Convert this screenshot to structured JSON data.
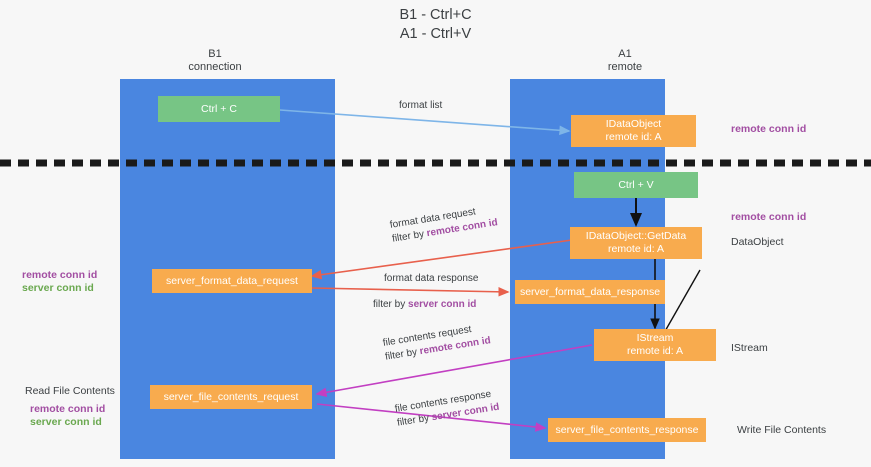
{
  "title": {
    "line1": "B1 - Ctrl+C",
    "line2": "A1 - Ctrl+V"
  },
  "columns": [
    {
      "id": "b1",
      "name": "B1",
      "role": "connection"
    },
    {
      "id": "a1",
      "name": "A1",
      "role": "remote"
    }
  ],
  "nodes": {
    "ctrl_c": {
      "label": "Ctrl + C",
      "color": "#77c585"
    },
    "idataobject": {
      "label": "IDataObject",
      "sub": "remote id: A",
      "color": "#f8ab4e"
    },
    "ctrl_v": {
      "label": "Ctrl + V",
      "color": "#77c585"
    },
    "getdata": {
      "label": "IDataObject::GetData",
      "sub": "remote id: A",
      "color": "#f8ab4e"
    },
    "format_data_request": {
      "label": "server_format_data_request",
      "color": "#f8ab4e"
    },
    "format_data_response": {
      "label": "server_format_data_response",
      "color": "#f8ab4e"
    },
    "istream": {
      "label": "IStream",
      "sub": "remote id: A",
      "color": "#f8ab4e"
    },
    "file_contents_request": {
      "label": "server_file_contents_request",
      "color": "#f8ab4e"
    },
    "file_contents_response": {
      "label": "server_file_contents_response",
      "color": "#f8ab4e"
    }
  },
  "edge_labels": {
    "format_list": "format list",
    "format_data_request": "format data request",
    "format_data_request_filter_prefix": "filter by ",
    "format_data_request_filter_key": "remote conn id",
    "format_data_response": "format data response",
    "format_data_response_filter_prefix": "filter by ",
    "format_data_response_filter_key": "server conn id",
    "file_contents_request": "file contents request",
    "file_contents_request_filter_prefix": "filter by ",
    "file_contents_request_filter_key": "remote conn id",
    "file_contents_response": "file contents response",
    "file_contents_response_filter_prefix": "filter by ",
    "file_contents_response_filter_key": "server conn id"
  },
  "side_labels": {
    "right_remote_conn_id_top": "remote conn id",
    "right_remote_conn_id_mid": "remote conn id",
    "right_dataobject": "DataObject",
    "right_istream": "IStream",
    "right_write_file_contents": "Write File Contents",
    "left_remote_conn_id": "remote conn id",
    "left_server_conn_id": "server conn id",
    "left_read_file_contents": "Read File Contents",
    "left_remote_conn_id_2": "remote conn id",
    "left_server_conn_id_2": "server conn id"
  },
  "colors": {
    "lane": "#4a86e0",
    "green_node": "#77c585",
    "orange_node": "#f8ab4e",
    "purple_text": "#a24ea2",
    "green_text": "#6aa84f",
    "arrow_blue": "#7eb5e8",
    "arrow_red": "#e8604c",
    "arrow_magenta": "#c23fc2",
    "arrow_black": "#000000",
    "divider": "#1a1a1a",
    "background": "#f7f7f7"
  }
}
